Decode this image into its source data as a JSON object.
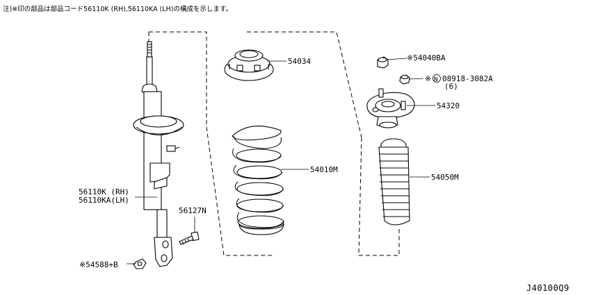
{
  "note": "注)※印の部品は部品コード56110K (RH),56110KA (LH)の構成を示します。",
  "diagram_code": "J40100Q9",
  "labels": {
    "strut_rh": "56110K (RH)",
    "strut_lh": "56110KA(LH)",
    "bolt": "56127N",
    "nut": "※54588+B",
    "seat": "54034",
    "spring": "54010M",
    "top_nut": "※54040BA",
    "stud_mark": "※",
    "stud_circle": "N",
    "stud_part": "08918-3082A",
    "stud_qty": "(6)",
    "mount": "54320",
    "bellows": "54050M"
  }
}
